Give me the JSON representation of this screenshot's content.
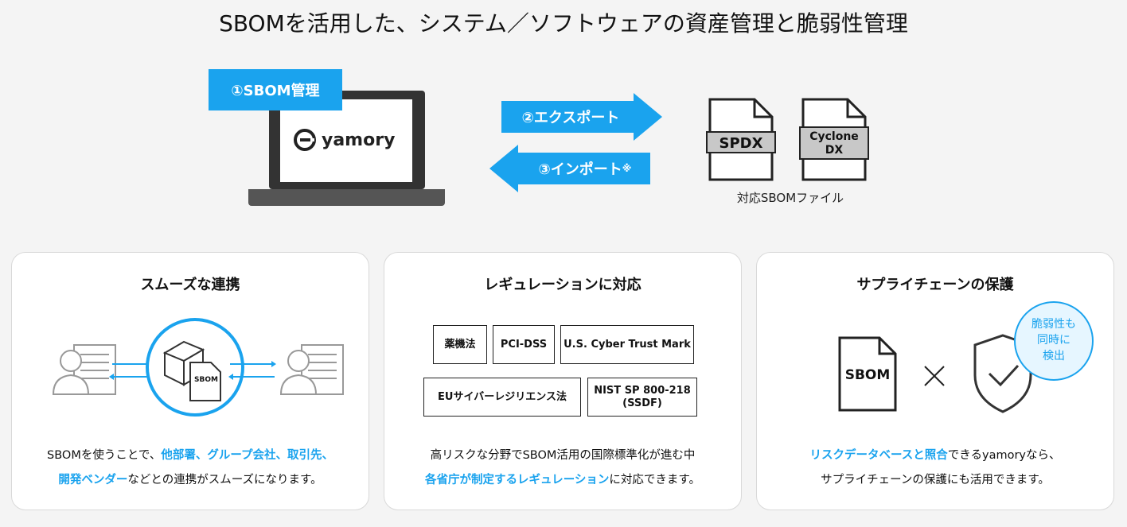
{
  "title": "SBOMを活用した、システム／ソフトウェアの資産管理と脆弱性管理",
  "top": {
    "badge": "①SBOM管理",
    "logo_text": "yamory",
    "export_label": "②エクスポート",
    "import_label": "③インポート",
    "import_mark": "※",
    "file_spdx": "SPDX",
    "file_cyclone_line1": "Cyclone",
    "file_cyclone_line2": "DX",
    "files_caption": "対応SBOMファイル"
  },
  "cards": [
    {
      "title": "スムーズな連携",
      "center_doc_label": "SBOM",
      "text": [
        [
          {
            "t": "SBOMを使うことで、",
            "h": false
          },
          {
            "t": "他部署、グループ会社、取引先、",
            "h": true
          }
        ],
        [
          {
            "t": "開発ベンダー",
            "h": true
          },
          {
            "t": "などとの連携がスムーズになります。",
            "h": false
          }
        ]
      ]
    },
    {
      "title": "レギュレーションに対応",
      "regulations_row1": [
        "薬機法",
        "PCI-DSS",
        "U.S. Cyber Trust Mark"
      ],
      "regulations_row2": [
        "EUサイバーレジリエンス法",
        "NIST SP 800-218\n(SSDF)"
      ],
      "text": [
        [
          {
            "t": "高リスクな分野でSBOM活用の国際標準化が進む中",
            "h": false
          }
        ],
        [
          {
            "t": "各省庁が制定するレギュレーション",
            "h": true
          },
          {
            "t": "に対応できます。",
            "h": false
          }
        ]
      ]
    },
    {
      "title": "サプライチェーンの保護",
      "doc_label": "SBOM",
      "bubble_lines": [
        "脆弱性も",
        "同時に",
        "検出"
      ],
      "text": [
        [
          {
            "t": "リスクデータベースと照合",
            "h": true
          },
          {
            "t": "できるyamoryなら、",
            "h": false
          }
        ],
        [
          {
            "t": "サプライチェーンの保護にも活用できます。",
            "h": false
          }
        ]
      ]
    }
  ],
  "colors": {
    "accent": "#1aa3ee",
    "dark": "#333333"
  }
}
